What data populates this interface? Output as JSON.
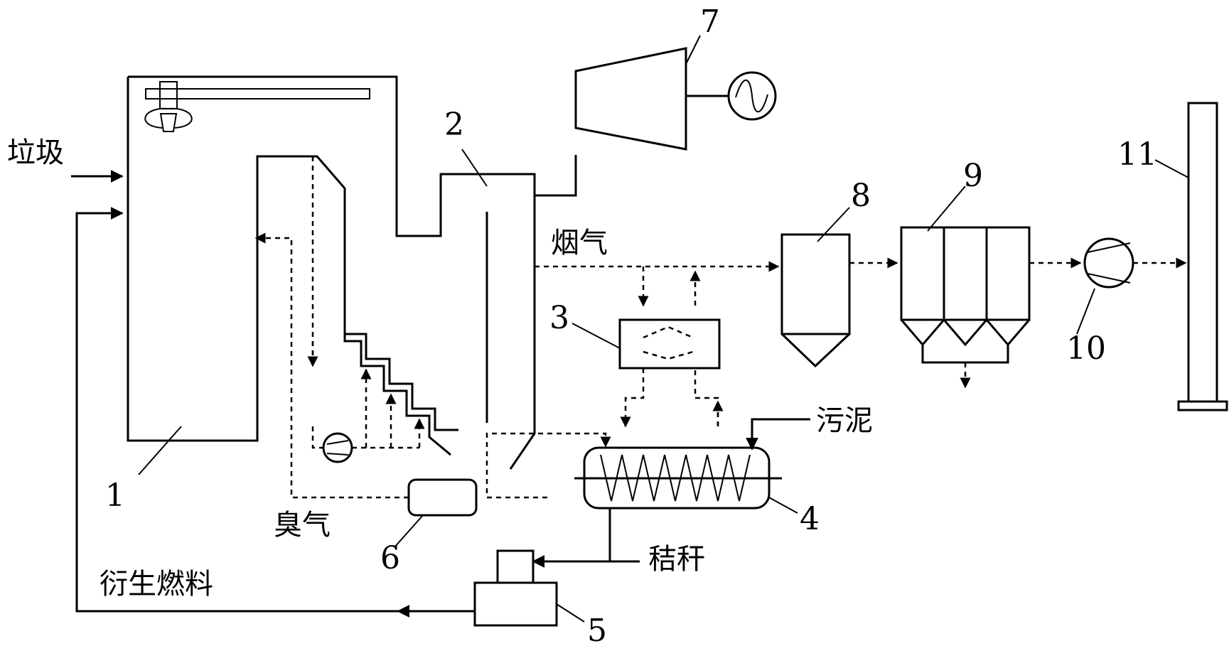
{
  "labels": {
    "waste": "垃圾",
    "flue_gas": "烟气",
    "sludge": "污泥",
    "odor_gas": "臭气",
    "straw": "秸秆",
    "derived_fuel": "衍生燃料"
  },
  "components": [
    {
      "id": "1"
    },
    {
      "id": "2"
    },
    {
      "id": "3"
    },
    {
      "id": "4"
    },
    {
      "id": "5"
    },
    {
      "id": "6"
    },
    {
      "id": "7"
    },
    {
      "id": "8"
    },
    {
      "id": "9"
    },
    {
      "id": "10"
    },
    {
      "id": "11"
    }
  ],
  "generator_symbol": "~"
}
